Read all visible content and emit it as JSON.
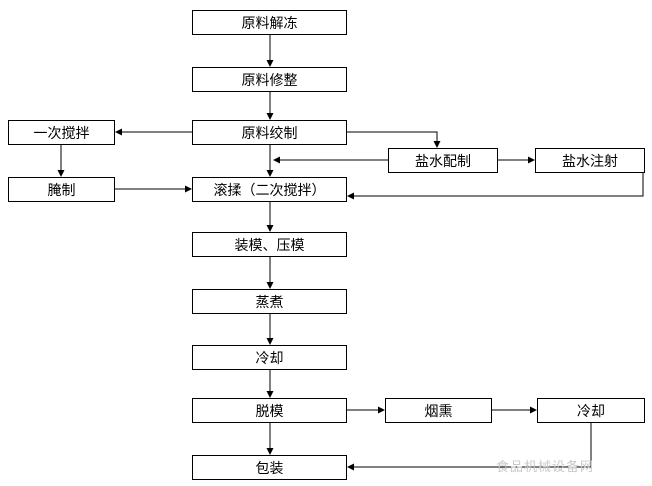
{
  "diagram": {
    "type": "flowchart",
    "description": "Meat product processing flow",
    "nodes": {
      "thaw": {
        "label": "原料解冻"
      },
      "trim": {
        "label": "原料修整"
      },
      "grind": {
        "label": "原料绞制"
      },
      "mix1": {
        "label": "一次搅拌"
      },
      "cure": {
        "label": "腌制"
      },
      "tumble": {
        "label": "滚揉（二次搅拌）"
      },
      "brine_prep": {
        "label": "盐水配制"
      },
      "brine_inject": {
        "label": "盐水注射"
      },
      "mold": {
        "label": "装模、压模"
      },
      "cook": {
        "label": "蒸煮"
      },
      "cool1": {
        "label": "冷却"
      },
      "demold": {
        "label": "脱模"
      },
      "smoke": {
        "label": "烟熏"
      },
      "cool2": {
        "label": "冷却"
      },
      "pack": {
        "label": "包装"
      }
    },
    "edges": [
      [
        "thaw",
        "trim"
      ],
      [
        "trim",
        "grind"
      ],
      [
        "grind",
        "tumble"
      ],
      [
        "grind",
        "mix1"
      ],
      [
        "mix1",
        "cure"
      ],
      [
        "cure",
        "tumble"
      ],
      [
        "grind",
        "brine_prep"
      ],
      [
        "brine_prep",
        "tumble"
      ],
      [
        "brine_prep",
        "brine_inject"
      ],
      [
        "brine_inject",
        "tumble"
      ],
      [
        "tumble",
        "mold"
      ],
      [
        "mold",
        "cook"
      ],
      [
        "cook",
        "cool1"
      ],
      [
        "cool1",
        "demold"
      ],
      [
        "demold",
        "pack"
      ],
      [
        "demold",
        "smoke"
      ],
      [
        "smoke",
        "cool2"
      ],
      [
        "cool2",
        "pack"
      ]
    ],
    "watermark": "食品机械设备网",
    "colors": {
      "box_fill": "#ffffff",
      "box_border": "#000000",
      "line": "#000000",
      "watermark": "#c9c9c9"
    }
  }
}
